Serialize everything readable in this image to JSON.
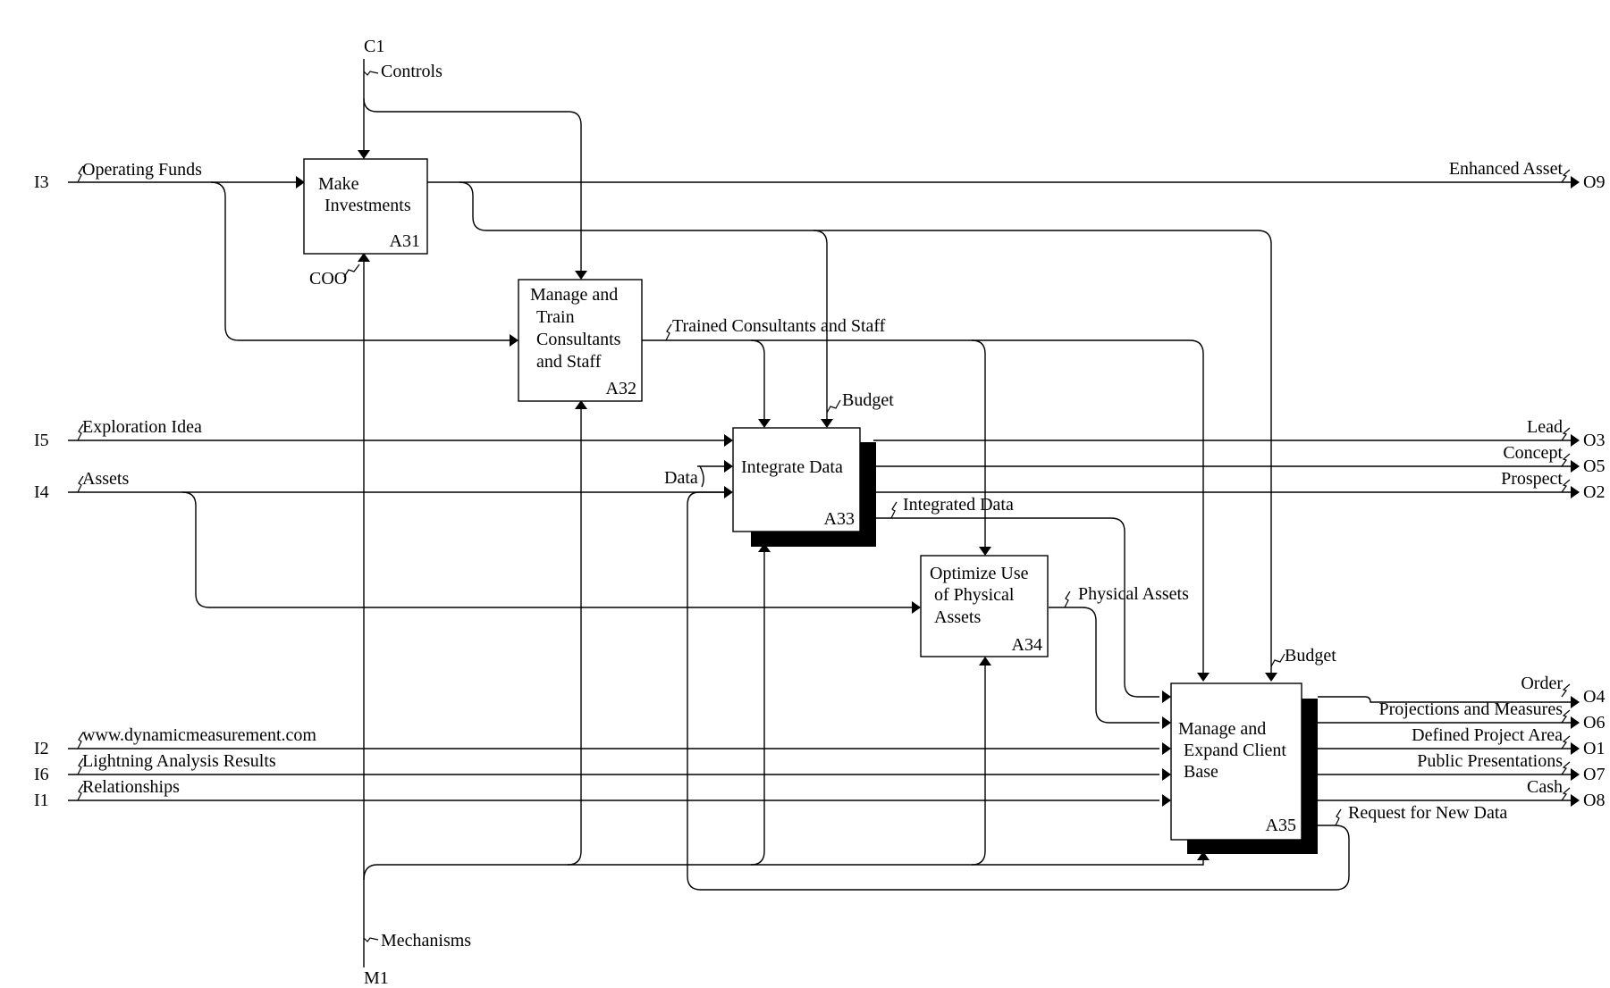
{
  "boundary": {
    "controls": {
      "code": "C1",
      "label": "Controls"
    },
    "mechanisms": {
      "code": "M1",
      "label": "Mechanisms"
    },
    "inputs": [
      {
        "code": "I3",
        "label": "Operating Funds"
      },
      {
        "code": "I5",
        "label": "Exploration Idea"
      },
      {
        "code": "I4",
        "label": "Assets"
      },
      {
        "code": "I2",
        "label": "www.dynamicmeasurement.com"
      },
      {
        "code": "I6",
        "label": "Lightning Analysis Results"
      },
      {
        "code": "I1",
        "label": "Relationships"
      }
    ],
    "outputs": [
      {
        "code": "O9",
        "label": "Enhanced Asset"
      },
      {
        "code": "O3",
        "label": "Lead"
      },
      {
        "code": "O5",
        "label": "Concept"
      },
      {
        "code": "O2",
        "label": "Prospect"
      },
      {
        "code": "O4",
        "label": "Order"
      },
      {
        "code": "O6",
        "label": "Projections and Measures"
      },
      {
        "code": "O1",
        "label": "Defined Project Area"
      },
      {
        "code": "O7",
        "label": "Public Presentations"
      },
      {
        "code": "O8",
        "label": "Cash"
      }
    ]
  },
  "activities": [
    {
      "id": "A31",
      "lines": [
        "Make",
        "Investments"
      ]
    },
    {
      "id": "A32",
      "lines": [
        "Manage and",
        "Train",
        "Consultants",
        "and Staff"
      ]
    },
    {
      "id": "A33",
      "lines": [
        "Integrate Data"
      ]
    },
    {
      "id": "A34",
      "lines": [
        "Optimize Use",
        "of Physical",
        "Assets"
      ]
    },
    {
      "id": "A35",
      "lines": [
        "Manage and",
        "Expand Client",
        "Base"
      ]
    }
  ],
  "internal_labels": {
    "coo": "COO",
    "trained": "Trained Consultants and Staff",
    "budget_a33": "Budget",
    "data": "Data",
    "integrated": "Integrated Data",
    "physical": "Physical Assets",
    "budget_a35": "Budget",
    "request": "Request for New Data"
  }
}
